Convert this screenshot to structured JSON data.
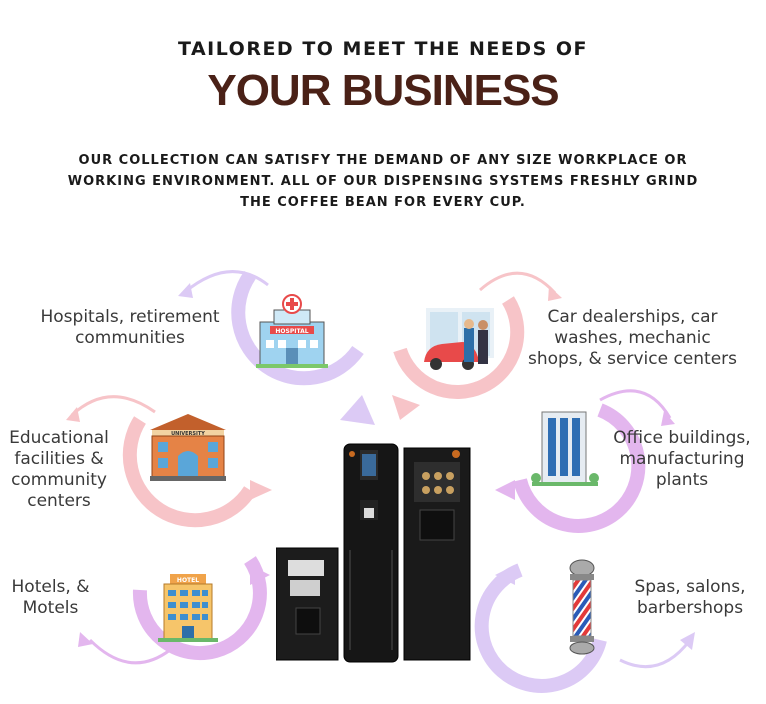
{
  "header": {
    "tagline": "TAILORED TO MEET THE NEEDS OF",
    "headline": "YOUR BUSINESS",
    "description": "OUR COLLECTION CAN SATISFY THE DEMAND OF ANY SIZE WORKPLACE OR WORKING ENVIRONMENT. ALL OF OUR DISPENSING SYSTEMS FRESHLY GRIND THE COFFEE BEAN FOR EVERY CUP."
  },
  "segments": {
    "hospitals": {
      "label": "Hospitals, retirement communities",
      "icon": "hospital-icon",
      "sign": "HOSPITAL"
    },
    "education": {
      "label": "Educational facilities & community centers",
      "icon": "university-icon",
      "sign": "UNIVERSITY"
    },
    "hotels": {
      "label": "Hotels, & Motels",
      "icon": "hotel-icon",
      "sign": "HOTEL"
    },
    "car": {
      "label": "Car dealerships, car washes, mechanic shops, & service centers",
      "icon": "car-dealership-icon"
    },
    "office": {
      "label": "Office buildings, manufacturing plants",
      "icon": "office-building-icon"
    },
    "spas": {
      "label": "Spas, salons, barbershops",
      "icon": "barber-pole-icon"
    }
  },
  "colors": {
    "headline": "#4a2117",
    "pink": "#f7c4c8",
    "lavender": "#dccaf5",
    "purple": "#e3b6ee"
  }
}
